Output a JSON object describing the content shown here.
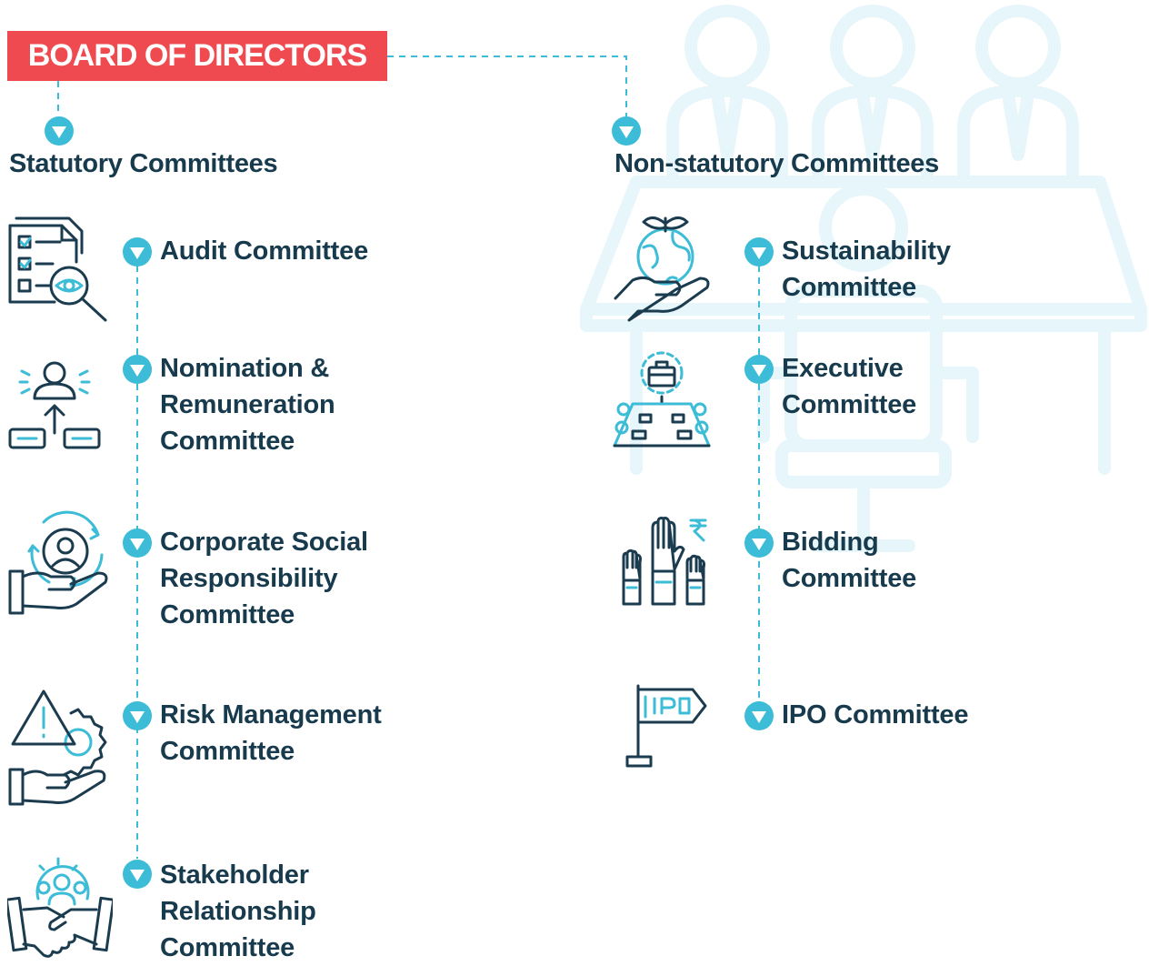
{
  "board": {
    "title": "BOARD OF DIRECTORS",
    "color": "#ef4a4f"
  },
  "accent_color": "#3cbcd6",
  "text_color": "#173a4d",
  "statutory": {
    "title": "Statutory Committees",
    "items": [
      {
        "lines": [
          "Audit Committee"
        ],
        "icon": "audit-document-magnifier-icon"
      },
      {
        "lines": [
          "Nomination &",
          "Remuneration",
          "Committee"
        ],
        "icon": "person-promotion-icon"
      },
      {
        "lines": [
          "Corporate Social",
          "Responsibility",
          "Committee"
        ],
        "icon": "hand-person-cycle-icon"
      },
      {
        "lines": [
          "Risk Management",
          "Committee"
        ],
        "icon": "hand-warning-gear-icon"
      },
      {
        "lines": [
          "Stakeholder",
          "Relationship",
          "Committee"
        ],
        "icon": "handshake-people-gear-icon"
      }
    ]
  },
  "non_statutory": {
    "title": "Non-statutory Committees",
    "items": [
      {
        "lines": [
          "Sustainability",
          "Committee"
        ],
        "icon": "hand-globe-plant-icon"
      },
      {
        "lines": [
          "Executive",
          "Committee"
        ],
        "icon": "meeting-table-briefcase-icon"
      },
      {
        "lines": [
          "Bidding",
          "Committee"
        ],
        "icon": "raised-hands-rupee-icon"
      },
      {
        "lines": [
          "IPO Committee"
        ],
        "icon": "ipo-signpost-icon"
      }
    ]
  },
  "background_art": "board-meeting-watermark"
}
